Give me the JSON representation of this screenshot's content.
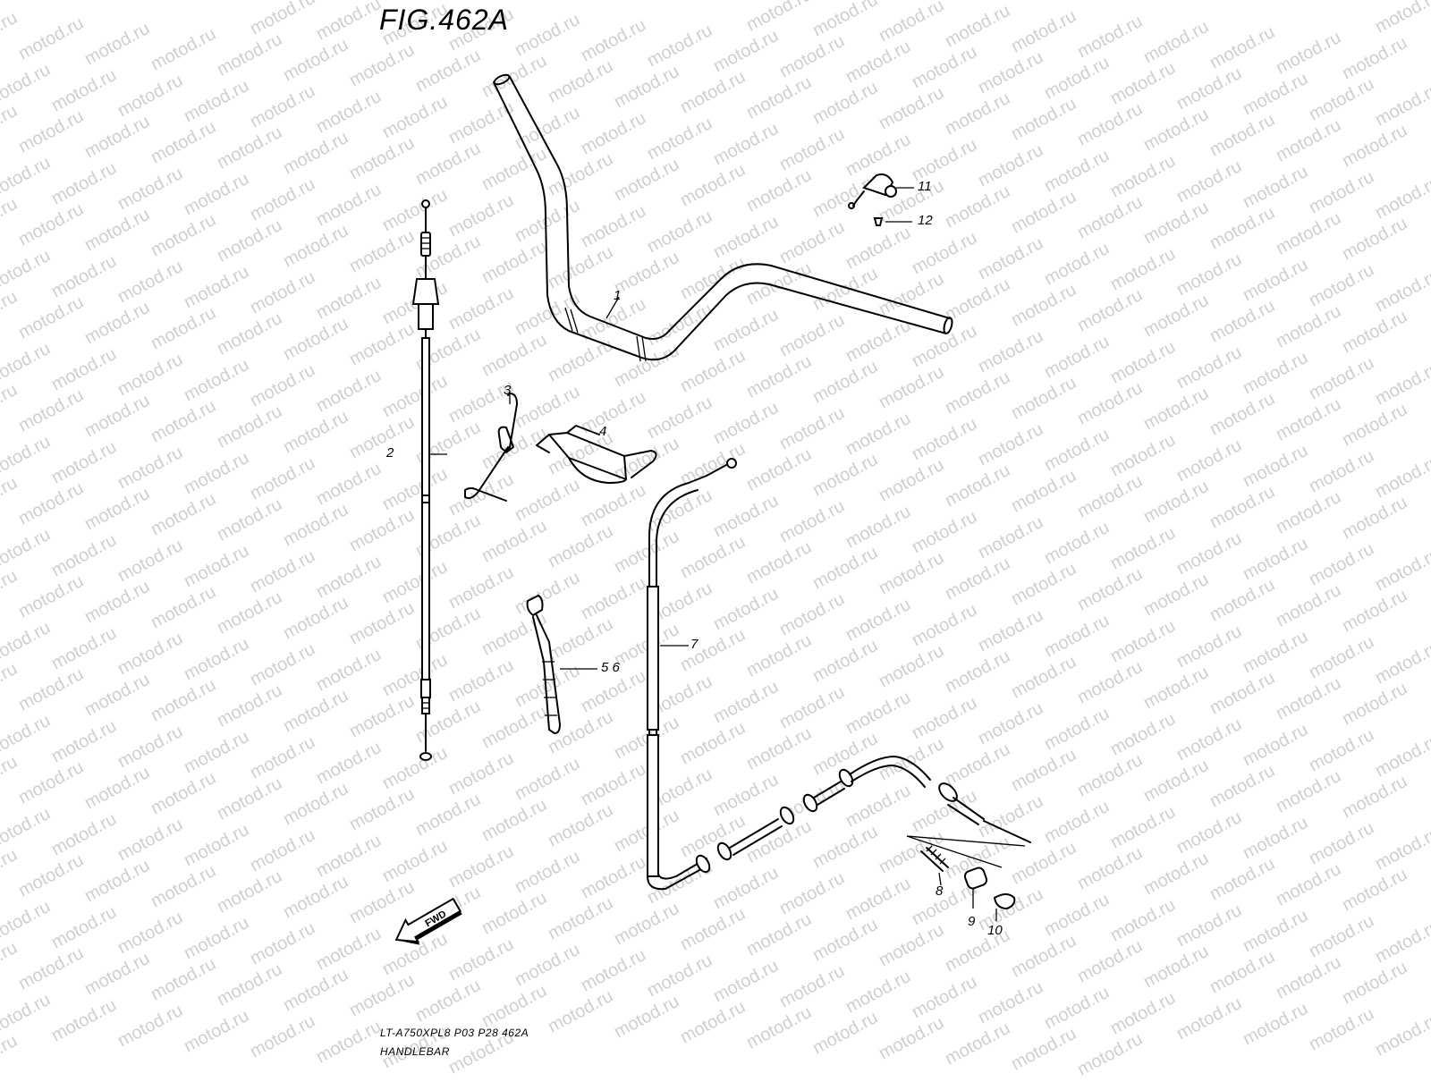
{
  "title": "FIG.462A",
  "watermark": "motod.ru",
  "callouts": {
    "c1": "1",
    "c2": "2",
    "c3": "3",
    "c4": "4",
    "c56": "5 6",
    "c7": "7",
    "c8": "8",
    "c9": "9",
    "c10": "10",
    "c11": "11",
    "c12": "12"
  },
  "fwd_label": "FWD",
  "footer": {
    "code": "LT-A750XPL8  P03  P28  462A",
    "name": "HANDLEBAR"
  }
}
